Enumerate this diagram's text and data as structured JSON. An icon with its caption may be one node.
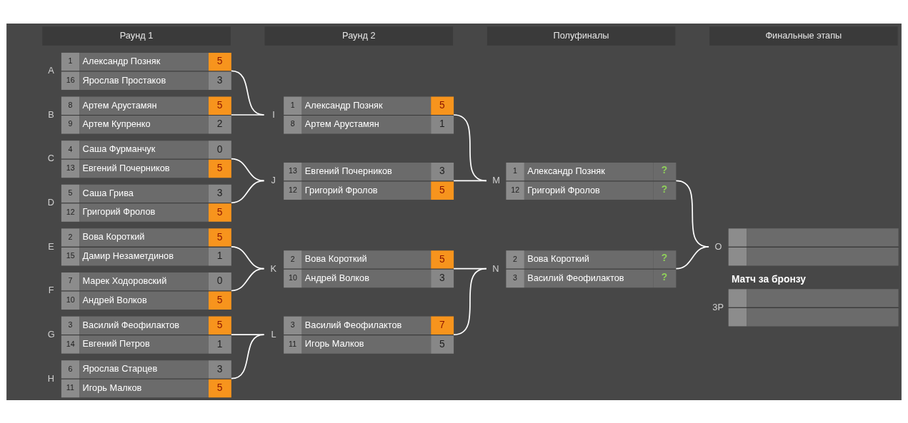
{
  "diagram": {
    "nodes": [
      {
        "text": [
          "1",
          "Александр Позняк",
          "5",
          "16",
          "Ярослав Простаков",
          "3"
        ],
        "beside": [
          "A"
        ]
      },
      {
        "text": [
          "8",
          "Артем Арустамян",
          "5",
          "9",
          "Артем Купренко",
          "2"
        ],
        "beside": [
          "B"
        ]
      },
      {
        "text": [
          "4",
          "Саша Фурманчук",
          "0",
          "13",
          "Евгений Почерников",
          "5"
        ],
        "beside": [
          "C"
        ]
      },
      {
        "text": [
          "5",
          "Саша Грива",
          "3",
          "12",
          "Григорий Фролов",
          "5"
        ],
        "beside": [
          "D"
        ]
      },
      {
        "text": [
          "2",
          "Вова Короткий",
          "5",
          "15",
          "Дамир Незаметдинов",
          "1"
        ],
        "beside": [
          "E"
        ]
      },
      {
        "text": [
          "7",
          "Марек Ходоровский",
          "0",
          "10",
          "Андрей Волков",
          "5"
        ],
        "beside": [
          "F"
        ]
      },
      {
        "text": [
          "3",
          "Василий Феофилактов",
          "5",
          "14",
          "Евгений Петров",
          "1"
        ],
        "beside": [
          "G"
        ]
      },
      {
        "text": [
          "6",
          "Ярослав Старцев",
          "3",
          "11",
          "Игорь Малков",
          "5"
        ],
        "beside": [
          "H"
        ]
      },
      {
        "text": [
          "1",
          "Александр Позняк",
          "5",
          "8",
          "Артем Арустамян",
          "1"
        ],
        "beside": [
          "I"
        ]
      },
      {
        "text": [
          "13",
          "Евгений Почерников",
          "3",
          "12",
          "Григорий Фролов",
          "5"
        ],
        "beside": [
          "J"
        ]
      },
      {
        "text": [
          "2",
          "Вова Короткий",
          "5",
          "10",
          "Андрей Волков",
          "3"
        ],
        "beside": [
          "K"
        ]
      },
      {
        "text": [
          "3",
          "Василий Феофилактов",
          "7",
          "11",
          "Игорь Малков",
          "5"
        ],
        "beside": [
          "L"
        ]
      },
      {
        "text": [
          "1",
          "Александр Позняк",
          "?",
          "12",
          "Григорий Фролов",
          "?"
        ],
        "beside": [
          "M"
        ]
      },
      {
        "text": [
          "2",
          "Вова Короткий",
          "?",
          "3",
          "Василий Феофилактов",
          "?"
        ],
        "beside": [
          "N"
        ]
      },
      {
        "text": [],
        "shape": "box",
        "beside": [
          "O"
        ]
      },
      {
        "text": [
          "Матч за бронзу"
        ],
        "beside": [
          "3P"
        ]
      }
    ],
    "edges": [
      {
        "from": 0,
        "to": 8,
        "arrow": "none"
      },
      {
        "from": 1,
        "to": 8,
        "arrow": "none"
      },
      {
        "from": 2,
        "to": 9,
        "arrow": "none"
      },
      {
        "from": 3,
        "to": 9,
        "arrow": "none"
      },
      {
        "from": 4,
        "to": 10,
        "arrow": "none"
      },
      {
        "from": 5,
        "to": 10,
        "arrow": "none"
      },
      {
        "from": 6,
        "to": 11,
        "arrow": "none"
      },
      {
        "from": 7,
        "to": 11,
        "arrow": "none"
      },
      {
        "from": 8,
        "to": 12,
        "arrow": "none"
      },
      {
        "from": 9,
        "to": 12,
        "arrow": "none"
      },
      {
        "from": 10,
        "to": 13,
        "arrow": "none"
      },
      {
        "from": 11,
        "to": 13,
        "arrow": "none"
      },
      {
        "from": 12,
        "to": 14,
        "arrow": "none"
      },
      {
        "from": 13,
        "to": 14,
        "arrow": "none"
      }
    ],
    "labels": [
      "Раунд 1",
      "Раунд 2",
      "Полуфиналы",
      "Финальные этапы"
    ]
  }
}
